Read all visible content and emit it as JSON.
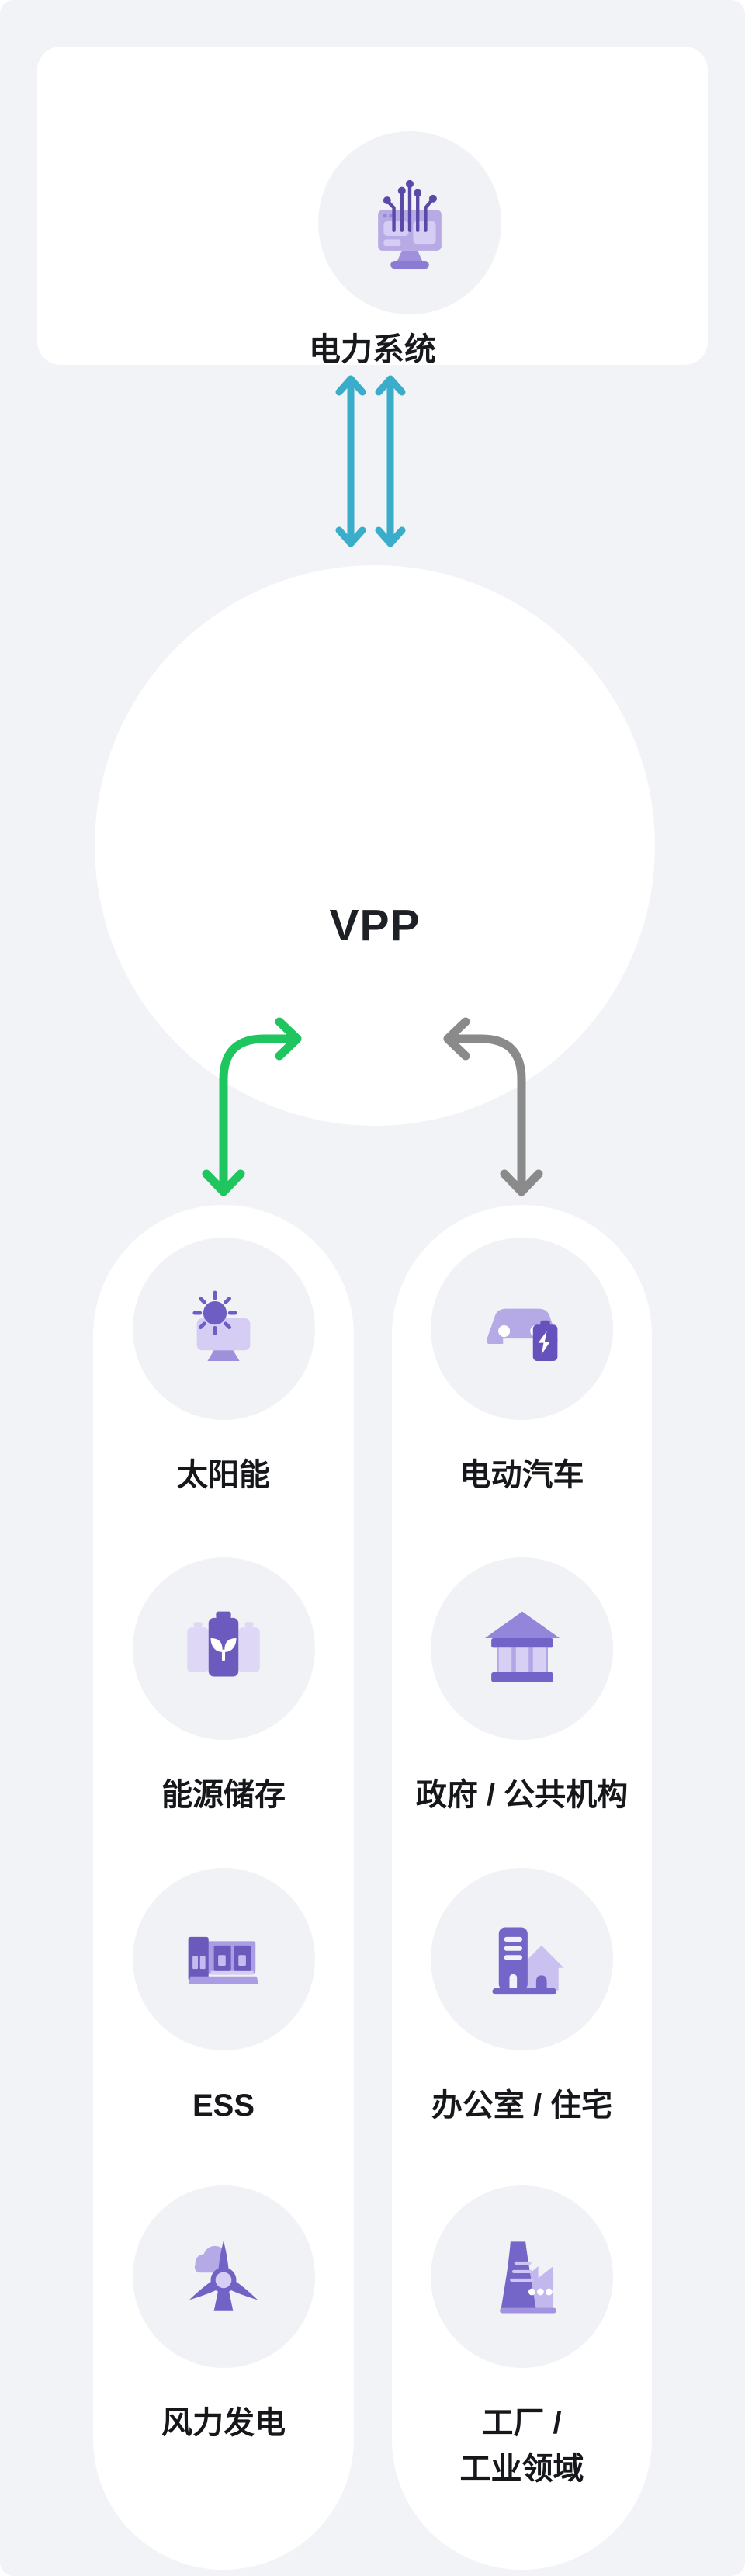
{
  "diagram": {
    "kind": "vpp-architecture",
    "background_color": "#f1f3f6",
    "surface_color": "#ffffff",
    "icon_circle_color": "#f0f2f5",
    "text_color": "#15171b"
  },
  "top_card": {
    "label": "电力系统",
    "icon": "power-system-icon"
  },
  "hub": {
    "label": "VPP"
  },
  "arrows": {
    "grid_link": {
      "shape": "two-vertical-double-headed",
      "color": "#3aadca"
    },
    "to_resources": {
      "shape": "elbow-double-headed",
      "color": "#1fc55e"
    },
    "from_consumers": {
      "shape": "elbow-double-headed",
      "color": "#8a8a8a"
    }
  },
  "resources_column": {
    "items": [
      {
        "label": "太阳能",
        "icon": "solar-icon"
      },
      {
        "label": "能源储存",
        "icon": "energy-storage-icon"
      },
      {
        "label": "ESS",
        "icon": "ess-icon"
      },
      {
        "label": "风力发电",
        "icon": "wind-icon"
      }
    ]
  },
  "consumers_column": {
    "items": [
      {
        "label": "电动汽车",
        "icon": "ev-icon"
      },
      {
        "label": "政府 / 公共机构",
        "icon": "government-icon"
      },
      {
        "label": "办公室 / 住宅",
        "icon": "office-icon"
      },
      {
        "label": "工厂 /\n工业领域",
        "icon": "factory-icon"
      }
    ]
  },
  "palette": {
    "purple_dark": "#5a49a6",
    "purple_mid": "#7466c8",
    "purple_soft": "#9385d9",
    "purple_light": "#b5aae6",
    "purple_pale": "#d6cdf4"
  }
}
